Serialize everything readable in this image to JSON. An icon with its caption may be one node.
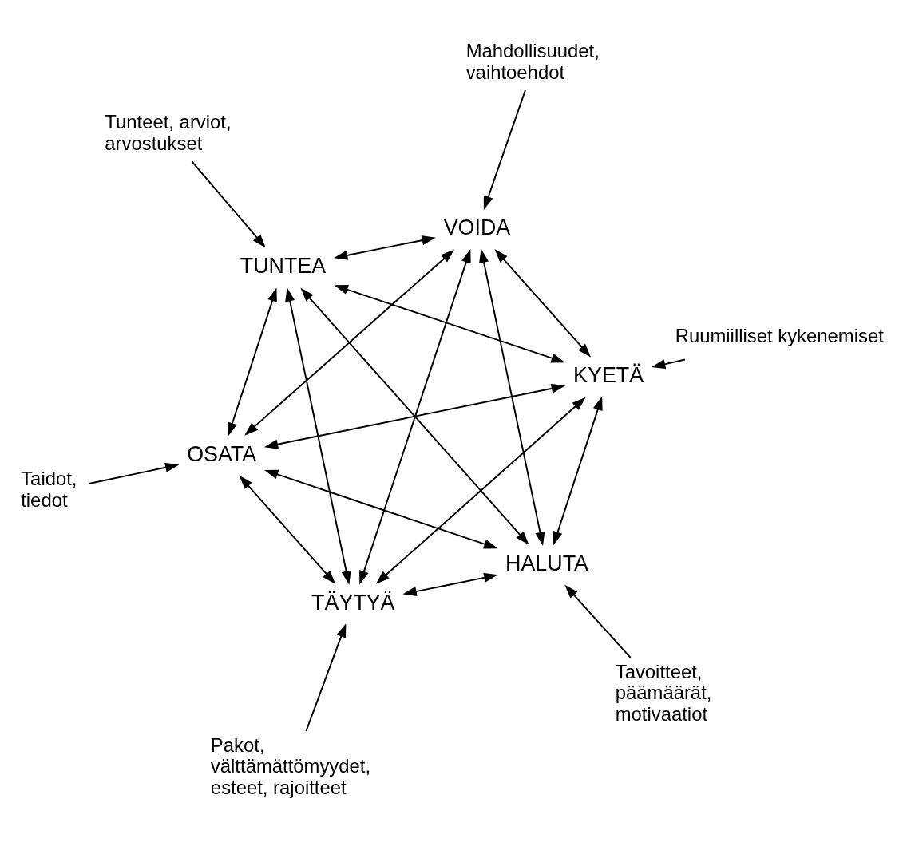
{
  "diagram": {
    "nodes": [
      {
        "text": [
          "Ruumiilliset kykenemiset"
        ]
      },
      {
        "text": [
          "Taidot, tiedot"
        ]
      },
      {
        "text": [
          "KYETÄ"
        ]
      },
      {
        "text": [
          "Pakot, välttämättömyydet, esteet, rajoitteet"
        ]
      },
      {
        "text": [
          "OSATA"
        ]
      },
      {
        "text": [
          "TÄYTYÄ"
        ]
      },
      {
        "text": [
          "HALUTA"
        ]
      },
      {
        "text": [
          "VOIDA"
        ]
      },
      {
        "text": [
          "TUNTEA"
        ]
      },
      {
        "text": [
          "Tavoitteet, päämäärät, motivaatiot"
        ]
      },
      {
        "text": [
          "Mahdollisuudet, vaihtoehdot"
        ]
      },
      {
        "text": [
          "Tunteet, arviot, arvostukset"
        ]
      }
    ],
    "edges": [
      {
        "from": 0,
        "to": 2,
        "arrow": "to"
      },
      {
        "from": 1,
        "to": 4,
        "arrow": "to"
      },
      {
        "from": 3,
        "to": 5,
        "arrow": "to"
      },
      {
        "from": 2,
        "to": 4,
        "arrow": "both"
      },
      {
        "from": 2,
        "to": 5,
        "arrow": "both"
      },
      {
        "from": 2,
        "to": 6,
        "arrow": "both"
      },
      {
        "from": 2,
        "to": 7,
        "arrow": "both"
      },
      {
        "from": 2,
        "to": 8,
        "arrow": "both"
      },
      {
        "from": 4,
        "to": 5,
        "arrow": "both"
      },
      {
        "from": 4,
        "to": 6,
        "arrow": "both"
      },
      {
        "from": 4,
        "to": 7,
        "arrow": "both"
      },
      {
        "from": 4,
        "to": 8,
        "arrow": "both"
      },
      {
        "from": 5,
        "to": 6,
        "arrow": "both"
      },
      {
        "from": 5,
        "to": 7,
        "arrow": "both"
      },
      {
        "from": 5,
        "to": 8,
        "arrow": "both"
      },
      {
        "from": 6,
        "to": 7,
        "arrow": "both"
      },
      {
        "from": 6,
        "to": 8,
        "arrow": "both"
      },
      {
        "from": 7,
        "to": 8,
        "arrow": "both"
      },
      {
        "from": 9,
        "to": 6,
        "arrow": "to"
      },
      {
        "from": 10,
        "to": 7,
        "arrow": "to"
      },
      {
        "from": 11,
        "to": 8,
        "arrow": "to"
      }
    ]
  }
}
